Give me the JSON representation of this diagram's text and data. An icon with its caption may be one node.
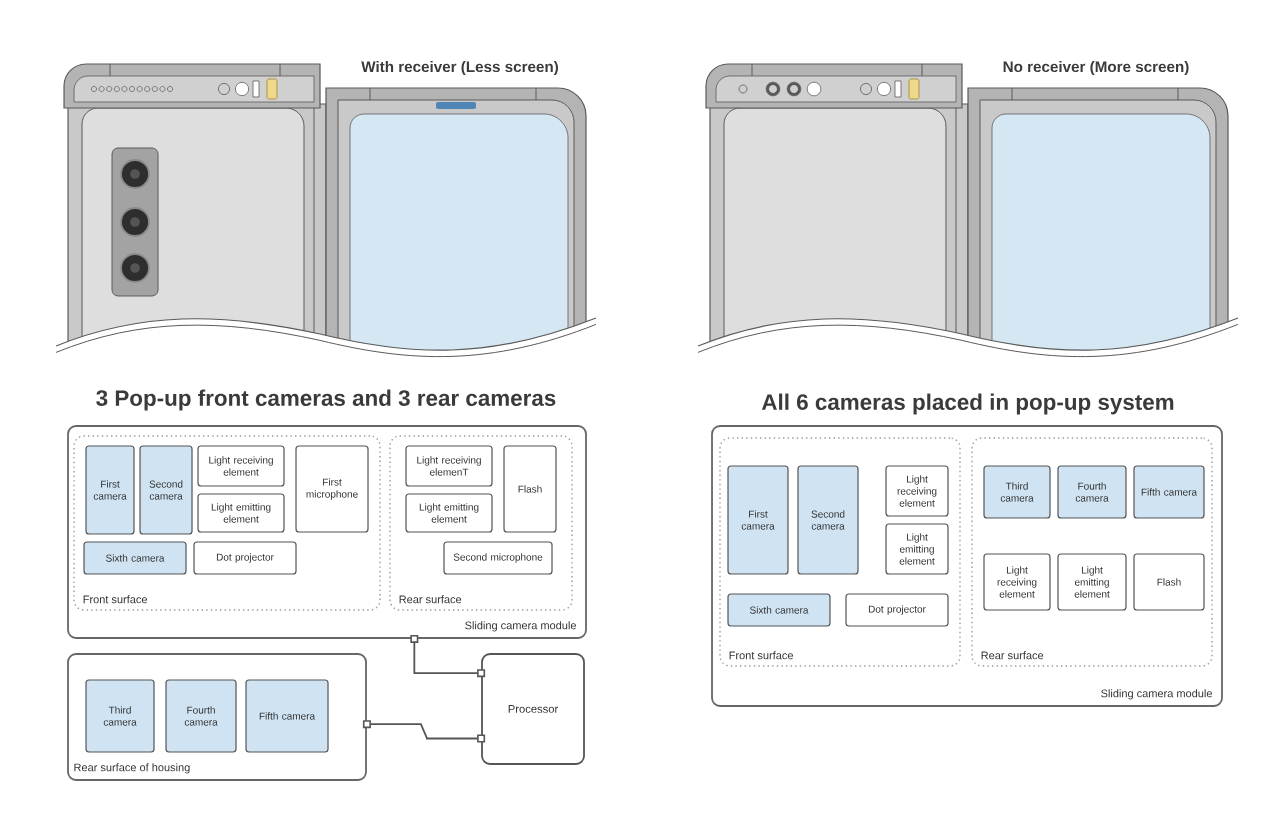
{
  "diagram": {
    "nodes": [
      {
        "text": [
          "Sliding camera module"
        ]
      },
      {
        "text": [
          "Front surface"
        ],
        "in": 0
      },
      {
        "text": [
          "First camera"
        ],
        "in": 1
      },
      {
        "text": [
          "Second camera"
        ],
        "in": 1
      },
      {
        "text": [
          "Light receiving element"
        ],
        "in": 1
      },
      {
        "text": [
          "Light emitting element"
        ],
        "in": 1
      },
      {
        "text": [
          "First microphone"
        ],
        "in": 1
      },
      {
        "text": [
          "Sixth camera"
        ],
        "in": 1
      },
      {
        "text": [
          "Dot projector"
        ],
        "in": 1
      },
      {
        "text": [
          "Rear surface"
        ],
        "in": 0
      },
      {
        "text": [
          "Light receiving elemenT"
        ],
        "in": 9
      },
      {
        "text": [
          "Light emitting element"
        ],
        "in": 9
      },
      {
        "text": [
          "Flash"
        ],
        "in": 9
      },
      {
        "text": [
          "Second microphone"
        ],
        "in": 9
      },
      {
        "text": [
          "Rear surface of housing"
        ]
      },
      {
        "text": [
          "Third camera"
        ],
        "in": 14
      },
      {
        "text": [
          "Fourth camera"
        ],
        "in": 14
      },
      {
        "text": [
          "Fifth camera"
        ],
        "in": 14
      },
      {
        "text": [
          "Processor"
        ]
      },
      {
        "text": [
          "Sliding camera module"
        ]
      },
      {
        "text": [
          "Front surface"
        ],
        "in": 19
      },
      {
        "text": [
          "First camera"
        ],
        "in": 20
      },
      {
        "text": [
          "Second camera"
        ],
        "in": 20
      },
      {
        "text": [
          "Light receiving element"
        ],
        "in": 20
      },
      {
        "text": [
          "Light emitting element"
        ],
        "in": 20
      },
      {
        "text": [
          "Sixth camera"
        ],
        "in": 20
      },
      {
        "text": [
          "Dot projector"
        ],
        "in": 20
      },
      {
        "text": [
          "Rear surface"
        ],
        "in": 19
      },
      {
        "text": [
          "Third camera"
        ],
        "in": 27
      },
      {
        "text": [
          "Fourth camera"
        ],
        "in": 27
      },
      {
        "text": [
          "Fifth camera"
        ],
        "in": 27
      },
      {
        "text": [
          "Light receiving element"
        ],
        "in": 27
      },
      {
        "text": [
          "Light emitting element"
        ],
        "in": 27
      },
      {
        "text": [
          "Flash"
        ],
        "in": 27
      }
    ],
    "edges": [
      {
        "from": 0,
        "to": 18,
        "arrow": "other"
      },
      {
        "from": 14,
        "to": 18,
        "arrow": "other"
      }
    ],
    "labels": [
      "With receiver (Less screen)",
      "No receiver (More screen)",
      "3 Pop-up front cameras and 3 rear cameras",
      "All 6 cameras placed in pop-up system"
    ]
  }
}
